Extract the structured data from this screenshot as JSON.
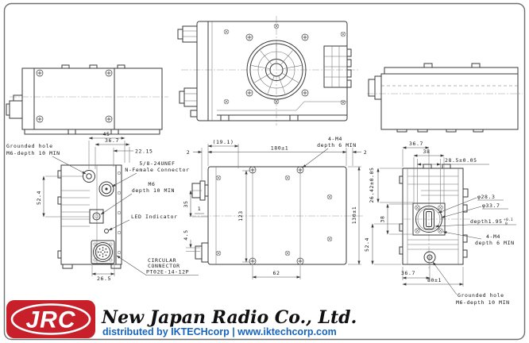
{
  "labels": {
    "left": {
      "grounded1": "Grounded hole",
      "grounded2": "M6-depth 10 MIN",
      "d45": "45",
      "d367": "36.7",
      "d2215": "22.15",
      "unef1": "5/8-24UNEF",
      "unef2": "N-Female Connector",
      "m61": "M6",
      "m62": "depth 10 MIN",
      "d524": "52.4",
      "led": "LED Indicator",
      "d265": "26.5",
      "circ1": "CIRCULAR",
      "circ2": "CONNECTOR",
      "circ3": "PT02E-14-12P"
    },
    "center": {
      "d2l": "2",
      "d191": "(19.1)",
      "d180": "180±1",
      "d2r": "2",
      "m41": "4-M4",
      "m42": "depth 6 MIN",
      "d35": "35",
      "d1": "1",
      "d123": "123",
      "d130": "130±1",
      "d45v": "4.5",
      "d62": "62"
    },
    "right": {
      "d367t": "36.7",
      "d38t": "38",
      "d285": "28.5±0.05",
      "d2642": "26.42±0.05",
      "d38s": "38",
      "d524": "52.4",
      "dia283": "φ28.3",
      "dia337": "φ33.7",
      "depth": "depth1.95",
      "tolhi": "+0.1",
      "tollo": "0",
      "m41": "4-M4",
      "m42": "depth 6 MIN",
      "d367b": "36.7",
      "d80": "80±1",
      "grounded1": "Grounded hole",
      "grounded2": "M6-depth 10 MIN"
    }
  },
  "footer": {
    "logo": "JRC",
    "company": "New Japan Radio Co., Ltd.",
    "distributor": "distributed by IKTECHcorp | www.iktechcorp.com"
  },
  "colors": {
    "logo_red": "#c8202a",
    "distributor_blue": "#1565c0",
    "line": "#3a3a3a",
    "frame": "#6f6f6f"
  }
}
